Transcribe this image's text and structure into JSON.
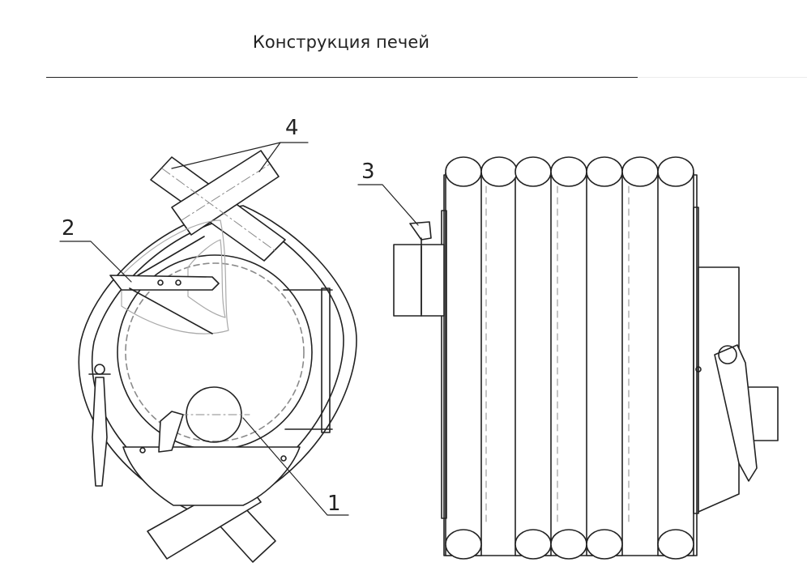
{
  "header": {
    "title": "Конструкция печей"
  },
  "diagram": {
    "callouts": [
      {
        "id": "callout-1",
        "label": "1"
      },
      {
        "id": "callout-2",
        "label": "2"
      },
      {
        "id": "callout-3",
        "label": "3"
      },
      {
        "id": "callout-4",
        "label": "4"
      }
    ],
    "stroke_color": "#222222",
    "hidden_line_color": "#8a8a8a"
  }
}
